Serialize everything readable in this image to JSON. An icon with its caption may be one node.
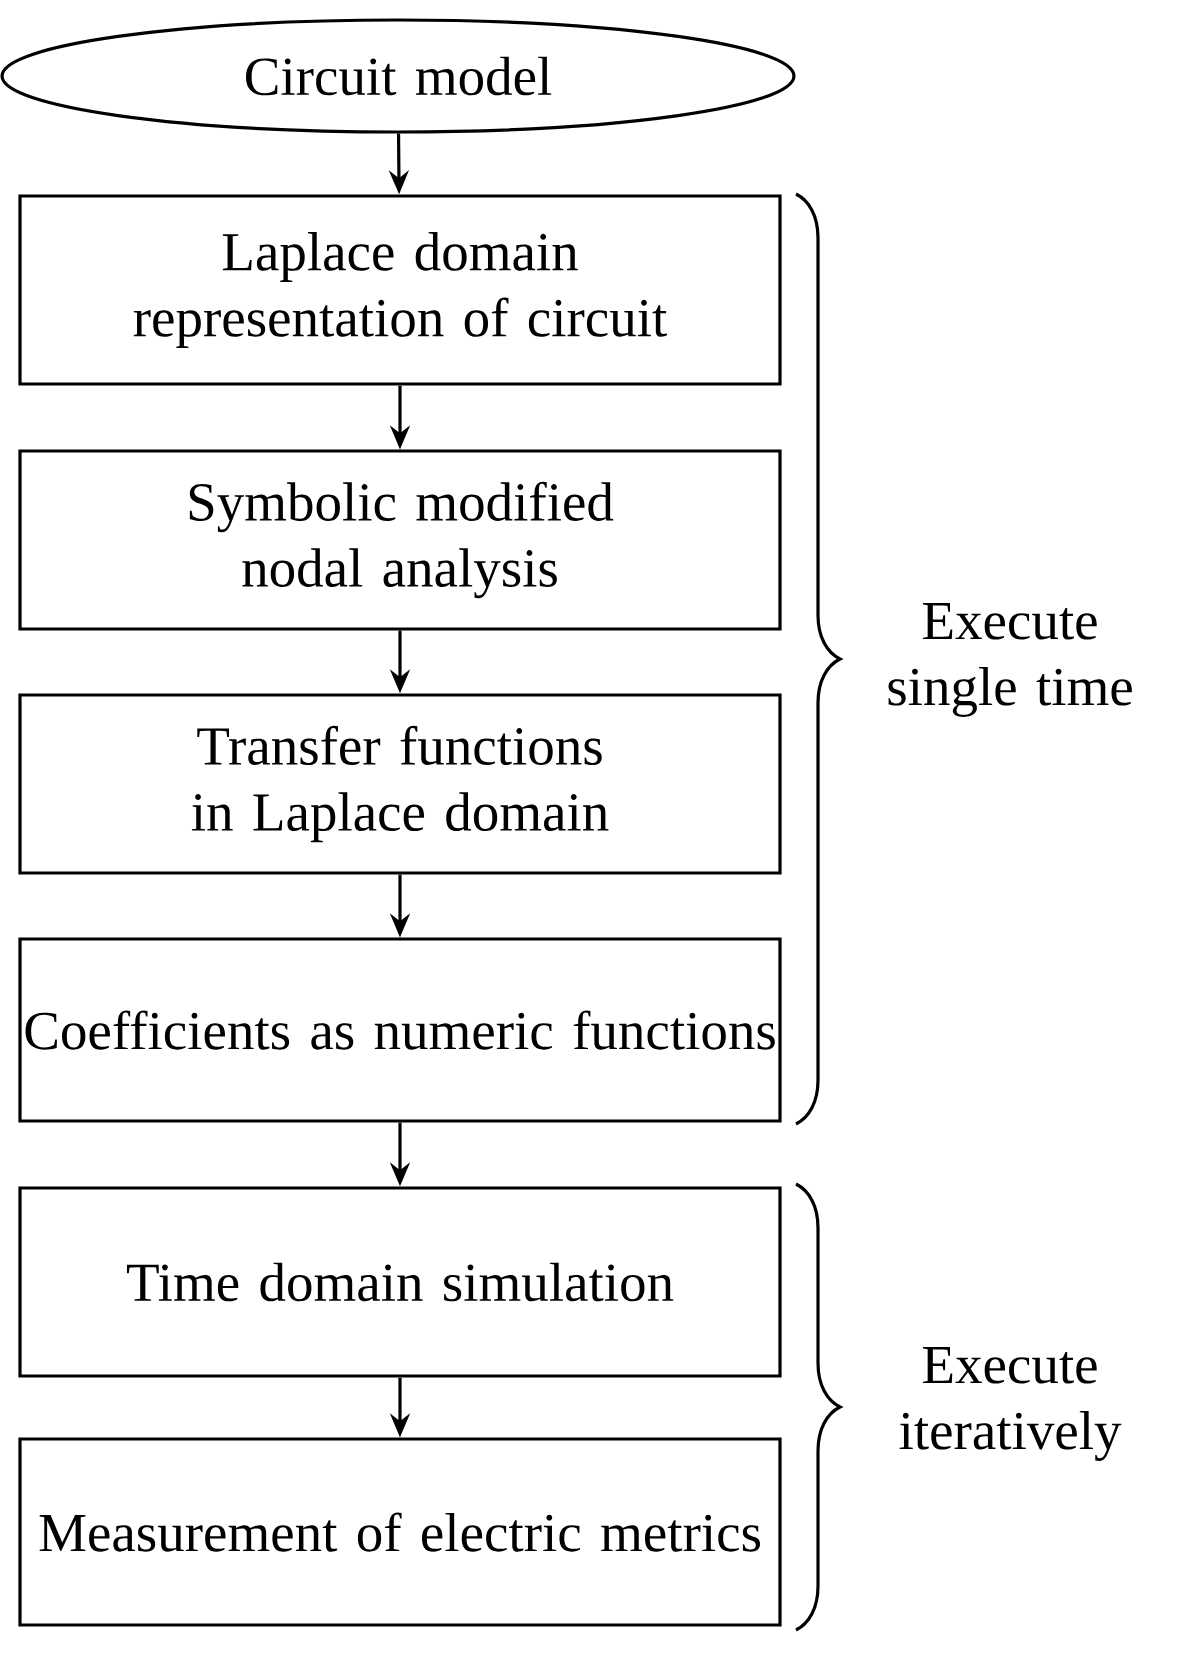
{
  "diagram": {
    "nodes": [
      {
        "text": [
          "Circuit model"
        ]
      },
      {
        "text": [
          "Laplace domain representation of circuit"
        ]
      },
      {
        "text": [
          "Symbolic modified nodal analysis"
        ]
      },
      {
        "text": [
          "Transfer functions in Laplace domain"
        ]
      },
      {
        "text": [
          "Coefficients as numeric functions"
        ]
      },
      {
        "text": [
          "Time domain simulation"
        ]
      },
      {
        "text": [
          "Measurement of electric metrics"
        ]
      }
    ],
    "edges": [
      {
        "from": 0,
        "to": 1,
        "arrow": "to"
      },
      {
        "from": 1,
        "to": 2,
        "arrow": "to"
      },
      {
        "from": 2,
        "to": 3,
        "arrow": "to"
      },
      {
        "from": 3,
        "to": 4,
        "arrow": "to"
      },
      {
        "from": 4,
        "to": 5,
        "arrow": "to"
      },
      {
        "from": 5,
        "to": 6,
        "arrow": "to"
      }
    ],
    "labels": [
      "Execute single time",
      "Execute iteratively"
    ]
  }
}
